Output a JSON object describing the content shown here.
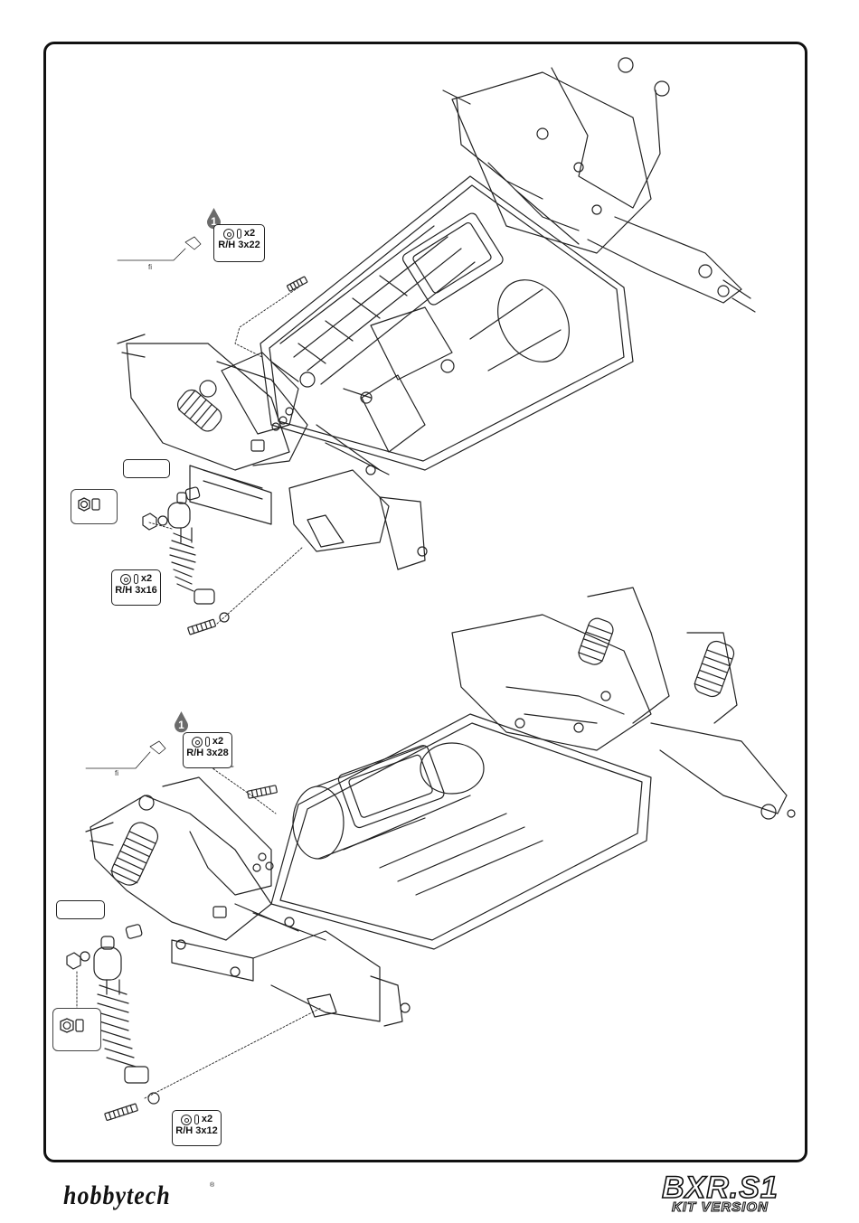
{
  "step_top": {
    "number": "1",
    "hardware": {
      "qty": "x2",
      "screw": "R/H 3x22"
    },
    "fi_label": "fi"
  },
  "front_top": {
    "hardware": {
      "qty": "x2",
      "screw": "R/H 3x16"
    }
  },
  "step_bottom": {
    "number": "1",
    "hardware": {
      "qty": "x2",
      "screw": "R/H 3x28"
    },
    "fi_label": "fi"
  },
  "front_bottom": {
    "hardware": {
      "qty": "x2",
      "screw": "R/H 3x12"
    }
  },
  "footer": {
    "brand_left": "hobbytech",
    "brand_right_model": "BXR.S1",
    "brand_right_edition": "KIT VERSION"
  },
  "icons": [
    "washer-icon",
    "spacer-icon",
    "nut-icon",
    "screw-icon",
    "assembly-hand-icon"
  ]
}
